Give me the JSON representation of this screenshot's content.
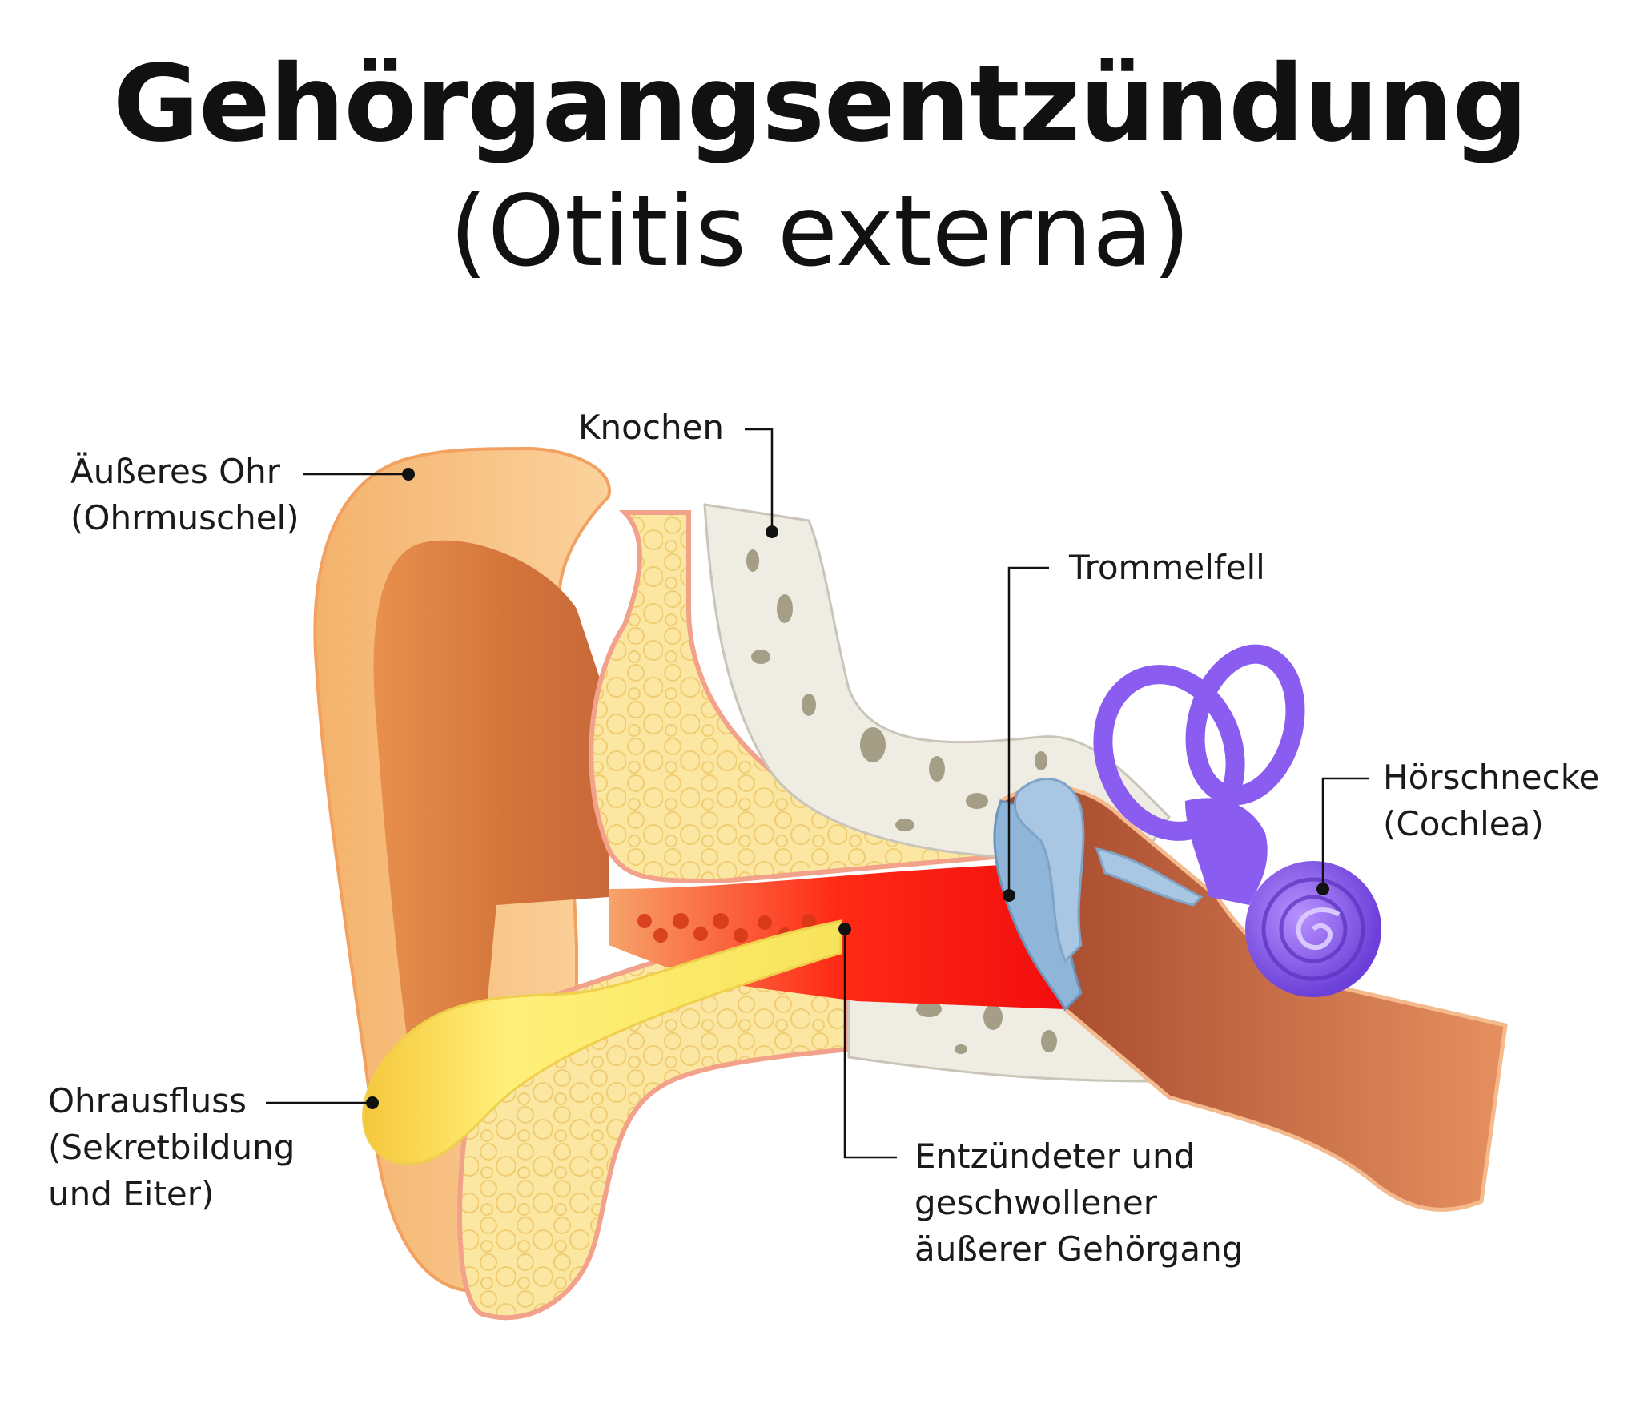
{
  "title": "Gehörgangsentzündung",
  "subtitle": "(Otitis externa)",
  "labels": {
    "outer_ear_1": "Äußeres Ohr",
    "outer_ear_2": "(Ohrmuschel)",
    "bone": "Knochen",
    "eardrum": "Trommelfell",
    "cochlea_1": "Hörschnecke",
    "cochlea_2": "(Cochlea)",
    "discharge_1": "Ohrausfluss",
    "discharge_2": "(Sekretbildung",
    "discharge_3": "und Eiter)",
    "canal_1": "Entzündeter und",
    "canal_2": "geschwollener",
    "canal_3": "äußerer Gehörgang"
  },
  "colors": {
    "skin_light": "#f9c78a",
    "skin_dark": "#e0894a",
    "fat": "#fbe49a",
    "bone": "#efeee5",
    "inflamed": "#f21818",
    "discharge": "#f3de45",
    "inner_ear": "#8a5cf0",
    "middle_ear": "#b5522c",
    "eardrum": "#8fb6d8"
  }
}
